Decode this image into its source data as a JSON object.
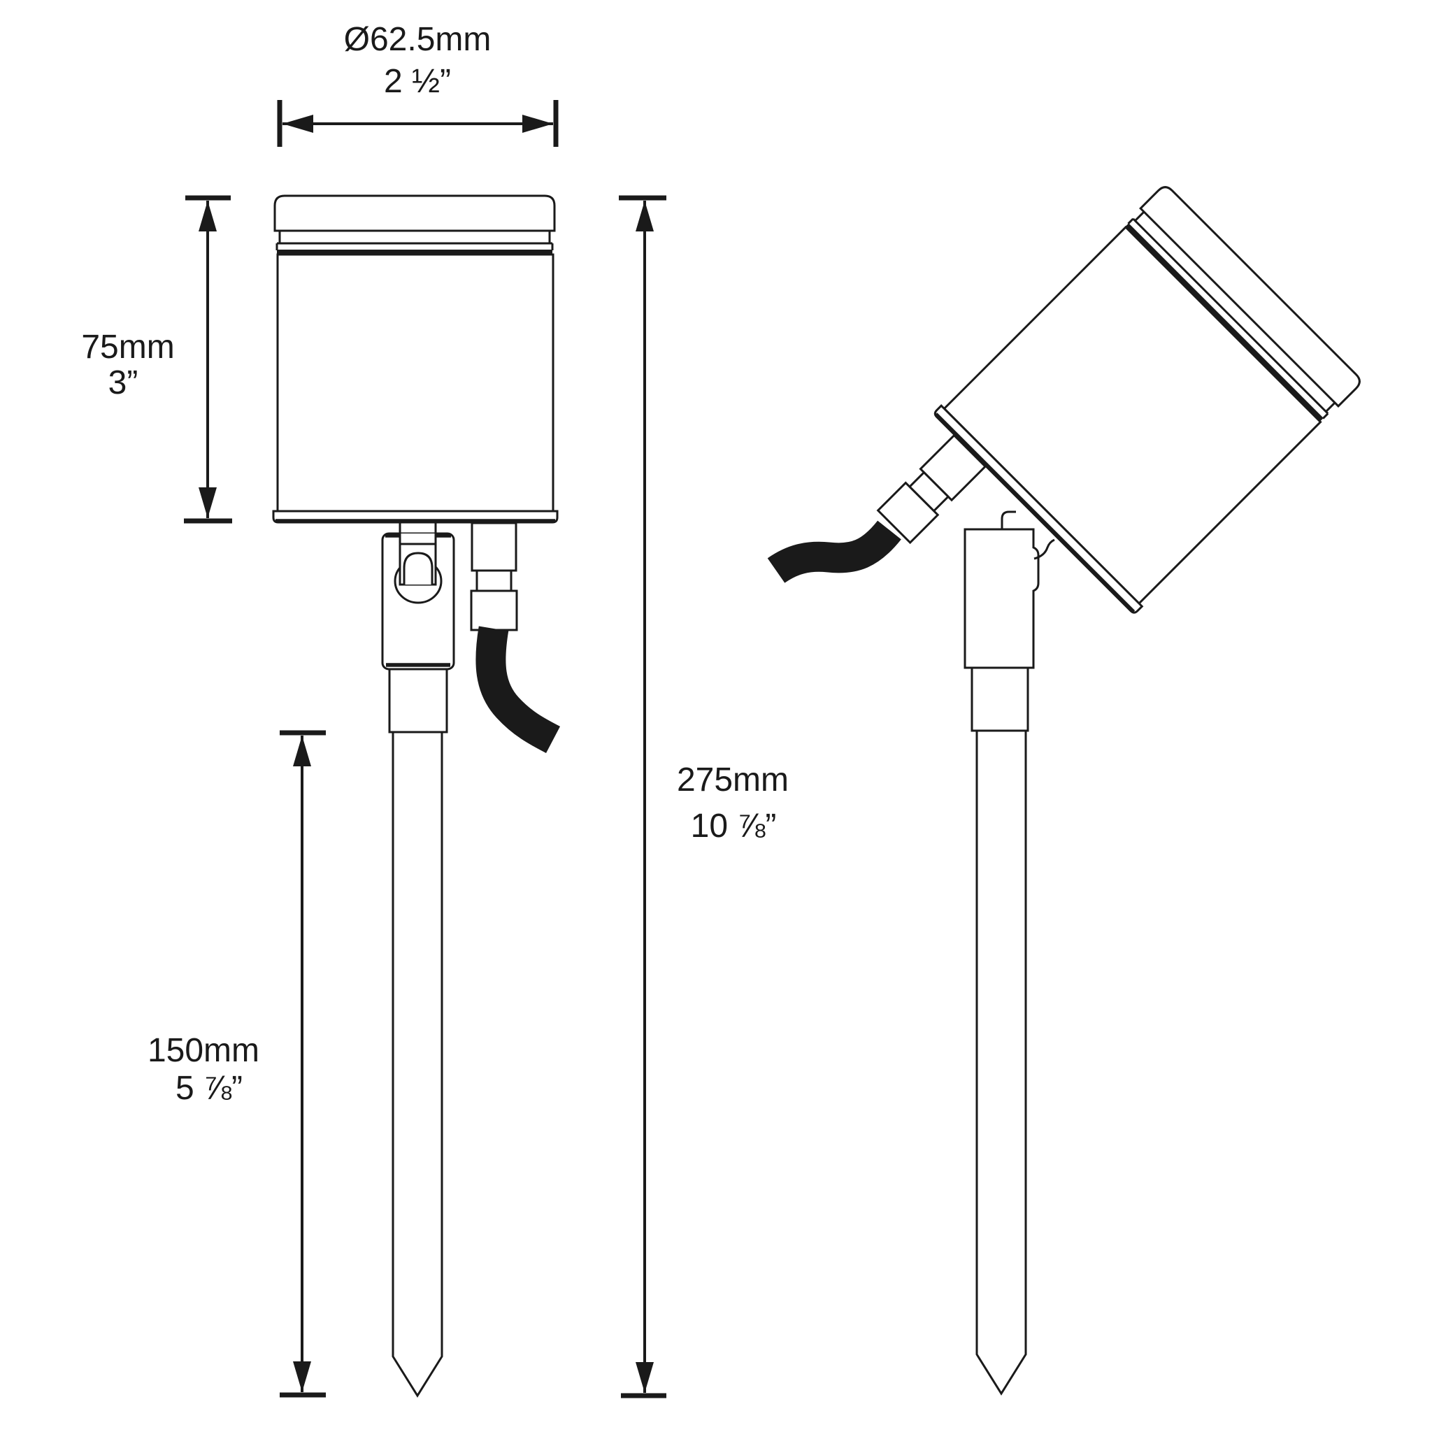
{
  "page": {
    "background": "#ffffff",
    "line_color": "#1a1a1a"
  },
  "dimensions": {
    "diameter": {
      "metric": "Ø62.5mm",
      "imperial": "2 ½”"
    },
    "head_height": {
      "metric": "75mm",
      "imperial": "3”"
    },
    "spike_length": {
      "metric": "150mm",
      "imperial": "5 ⅞”"
    },
    "overall_height": {
      "metric": "275mm",
      "imperial": "10 ⅞”"
    }
  }
}
